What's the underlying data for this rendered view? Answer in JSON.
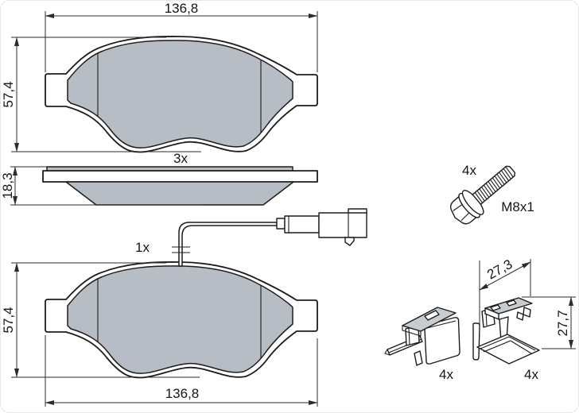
{
  "drawing": {
    "title": "brake-pad-set-technical-drawing",
    "colors": {
      "line": "#1c1c1c",
      "pad_friction_fill": "#b6bdc4",
      "metal_shade_fill": "#c7ccd1",
      "background": "#ffffff"
    },
    "labels": {
      "top_pad_width": "136,8",
      "top_pad_height": "57,4",
      "pad_quantity": "3x",
      "pad_thickness": "18,3",
      "sensor_quantity": "1x",
      "bottom_pad_height": "57,4",
      "bottom_pad_width": "136,8",
      "bolt_quantity": "4x",
      "bolt_thread": "M8x1",
      "clip_width": "27,3",
      "clip_height": "27,7",
      "clip_left_quantity": "4x",
      "clip_right_quantity": "4x"
    }
  }
}
